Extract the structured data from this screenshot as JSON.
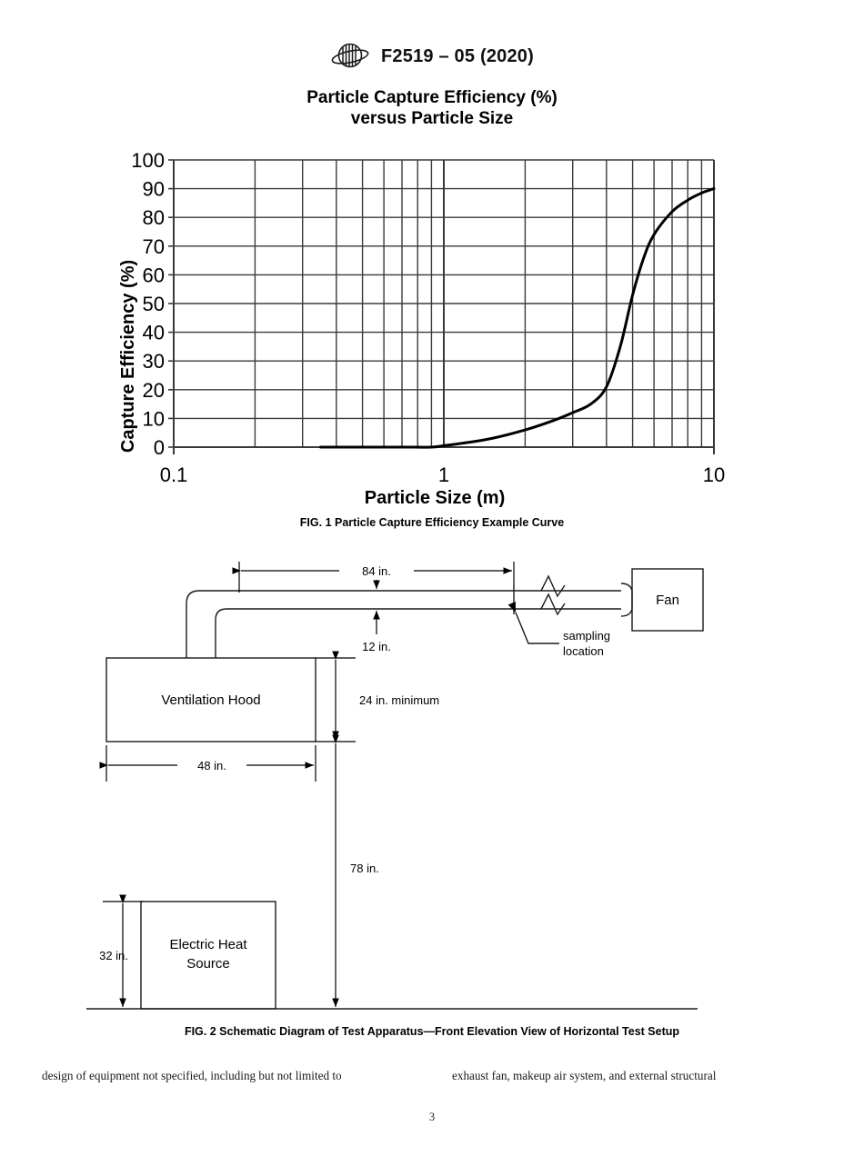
{
  "header": {
    "logo_icon": "astm-logo-icon",
    "standard_id": "F2519 – 05 (2020)"
  },
  "figure1": {
    "title_line1": "Particle Capture Efficiency (%)",
    "title_line2": "versus Particle Size",
    "caption": "FIG. 1 Particle Capture Efficiency Example Curve"
  },
  "chart_data": {
    "type": "line",
    "title": "Particle Capture Efficiency (%) versus Particle Size",
    "xlabel": "Particle Size (m)",
    "ylabel": "Capture Efficiency (%)",
    "xscale": "log",
    "xlim": [
      0.1,
      10
    ],
    "ylim": [
      0,
      100
    ],
    "grid": true,
    "legend": "none",
    "x_tick_labels": [
      "0.1",
      "1",
      "10"
    ],
    "x_tick_values": [
      0.1,
      1,
      10
    ],
    "y_tick_labels": [
      "0",
      "10",
      "20",
      "30",
      "40",
      "50",
      "60",
      "70",
      "80",
      "90",
      "100"
    ],
    "y_tick_values": [
      0,
      10,
      20,
      30,
      40,
      50,
      60,
      70,
      80,
      90,
      100
    ],
    "series": [
      {
        "name": "Capture Efficiency",
        "color": "#000000",
        "x": [
          0.35,
          0.5,
          0.7,
          0.9,
          1.0,
          1.2,
          1.5,
          2.0,
          2.5,
          3.0,
          3.5,
          4.0,
          4.5,
          5.0,
          5.5,
          6.0,
          7.0,
          8.0,
          9.0,
          10.0
        ],
        "y": [
          0,
          0,
          0,
          0,
          0.5,
          1.5,
          3,
          6,
          9,
          12,
          15,
          21,
          35,
          53,
          66,
          74,
          82,
          86,
          88.5,
          90
        ]
      }
    ]
  },
  "figure2": {
    "caption": "FIG. 2 Schematic Diagram of Test Apparatus—Front Elevation View of Horizontal Test Setup",
    "labels": {
      "duct_length": "84 in.",
      "duct_diameter": "12 in.",
      "sampling_location_line1": "sampling",
      "sampling_location_line2": "location",
      "fan": "Fan",
      "hood": "Ventilation Hood",
      "hood_height": "24 in. minimum",
      "hood_width": "48 in.",
      "floor_to_hood": "78 in.",
      "heat_source_line1": "Electric Heat",
      "heat_source_line2": "Source",
      "heat_source_height": "32 in."
    }
  },
  "body": {
    "column_left": "design of equipment not specified, including but not limited to",
    "column_right": "exhaust fan, makeup air system, and external structural"
  },
  "page_number": "3"
}
